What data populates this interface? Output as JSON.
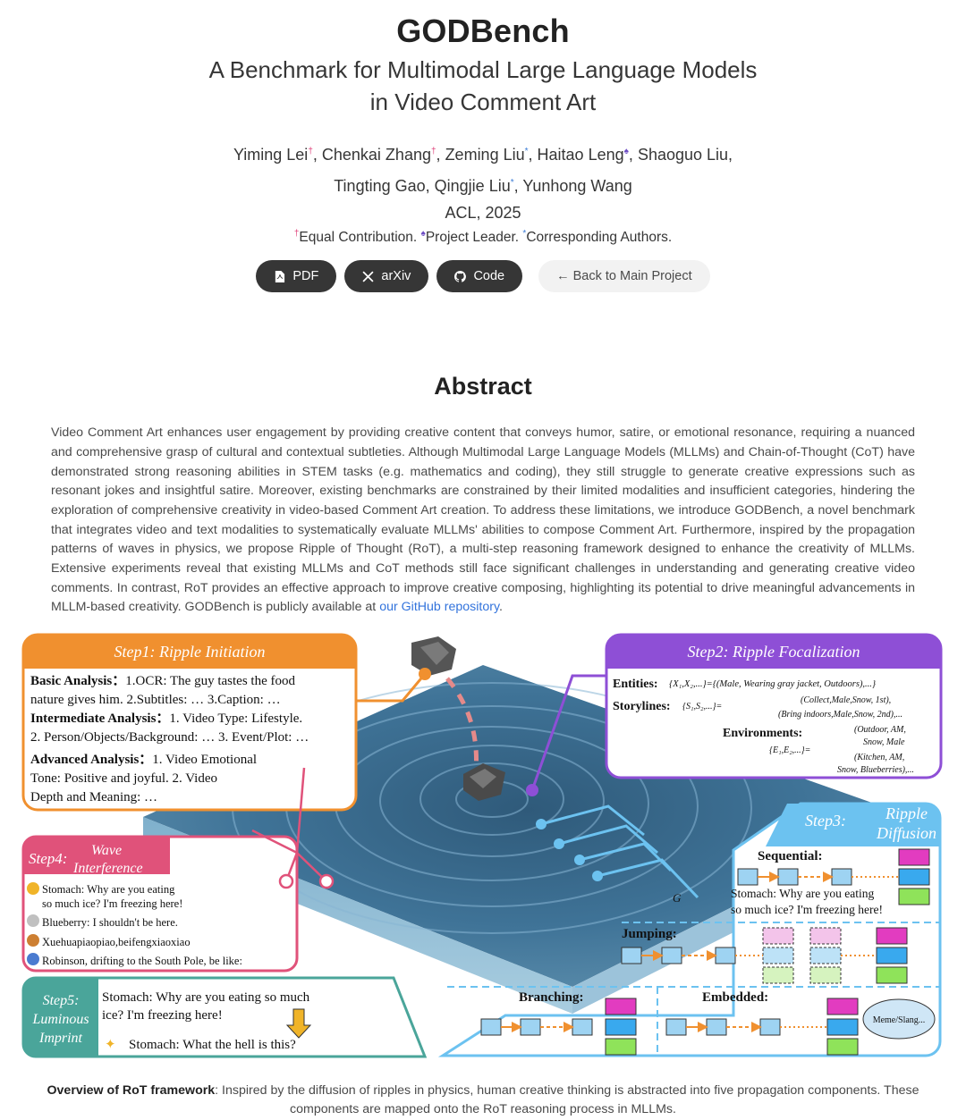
{
  "header": {
    "title": "GODBench",
    "subtitle_line1": "A Benchmark for Multimodal Large Language Models",
    "subtitle_line2": "in Video Comment Art",
    "authors": [
      {
        "name": "Yiming Lei",
        "mark": "†",
        "mark_type": "dag"
      },
      {
        "name": "Chenkai Zhang",
        "mark": "†",
        "mark_type": "dag"
      },
      {
        "name": "Zeming Liu",
        "mark": "*",
        "mark_type": "star"
      },
      {
        "name": "Haitao Leng",
        "mark": "♠",
        "mark_type": "spade"
      },
      {
        "name": "Shaoguo Liu",
        "mark": "",
        "mark_type": ""
      },
      {
        "name": "Tingting Gao",
        "mark": "",
        "mark_type": ""
      },
      {
        "name": "Qingjie Liu",
        "mark": "*",
        "mark_type": "star"
      },
      {
        "name": "Yunhong Wang",
        "mark": "",
        "mark_type": ""
      }
    ],
    "venue": "ACL, 2025",
    "notes": {
      "equal": "Equal Contribution.",
      "leader": "Project Leader.",
      "corresponding": "Corresponding Authors."
    }
  },
  "buttons": {
    "pdf": "PDF",
    "arxiv": "arXiv",
    "code": "Code",
    "back": "← Back to Main Project"
  },
  "abstract": {
    "title": "Abstract",
    "text": "Video Comment Art enhances user engagement by providing creative content that conveys humor, satire, or emotional resonance, requiring a nuanced and comprehensive grasp of cultural and contextual subtleties. Although Multimodal Large Language Models (MLLMs) and Chain-of-Thought (CoT) have demonstrated strong reasoning abilities in STEM tasks (e.g. mathematics and coding), they still struggle to generate creative expressions such as resonant jokes and insightful satire. Moreover, existing benchmarks are constrained by their limited modalities and insufficient categories, hindering the exploration of comprehensive creativity in video-based Comment Art creation. To address these limitations, we introduce GODBench, a novel benchmark that integrates video and text modalities to systematically evaluate MLLMs' abilities to compose Comment Art. Furthermore, inspired by the propagation patterns of waves in physics, we propose Ripple of Thought (RoT), a multi-step reasoning framework designed to enhance the creativity of MLLMs. Extensive experiments reveal that existing MLLMs and CoT methods still face significant challenges in understanding and generating creative video comments. In contrast, RoT provides an effective approach to improve creative composing, highlighting its potential to drive meaningful advancements in MLLM-based creativity. GODBench is publicly available at",
    "link_text": "our GitHub repository",
    "end": "."
  },
  "figure": {
    "step1": {
      "title": "Step1:  Ripple Initiation",
      "basic_label": "Basic Analysis：",
      "basic_1": "1.OCR: The guy tastes the food",
      "basic_2": "nature gives him. 2.Subtitles: … 3.Caption: …",
      "inter_label": "Intermediate Analysis：",
      "inter_1": "1. Video Type: Lifestyle.",
      "inter_2": "2. Person/Objects/Background: … 3. Event/Plot: …",
      "adv_label": "Advanced Analysis：",
      "adv_1": "1. Video Emotional",
      "adv_2": "Tone: Positive and joyful. 2. Video",
      "adv_3": "Depth and Meaning: …"
    },
    "step2": {
      "title": "Step2:  Ripple Focalization",
      "entities_label": "Entities:",
      "entities_val": "{X₁,X₂,...}={(Male, Wearing gray jacket, Outdoors),...}",
      "story_label": "Storylines:",
      "story_set": "{S₁,S₂,...}=",
      "story_1": "(Collect,Male,Snow, 1st),",
      "story_2": "(Bring indoors,Male,Snow, 2nd),...",
      "env_label": "Environments:",
      "env_set": "{E₁,E₂,...}=",
      "env_1": "(Outdoor, AM,",
      "env_2": "Snow, Male",
      "env_3": "(Kitchen, AM,",
      "env_4": "Snow, Blueberries),..."
    },
    "step3": {
      "title_1": "Step3:",
      "title_2": "Ripple",
      "title_3": "Diffusion",
      "sequential": "Sequential:",
      "jumping": "Jumping:",
      "branching": "Branching:",
      "embedded": "Embedded:",
      "g_label": "G",
      "g_out_1": "Stomach: Why are you eating",
      "g_out_2": "so much ice? I'm freezing here!",
      "meme": "Meme/Slang..."
    },
    "step4": {
      "title_1": "Step4:",
      "title_2": "Wave",
      "title_3": "Interference",
      "items": [
        "Stomach: Why are you eating so much ice? I'm freezing here!",
        "Blueberry: I shouldn't be here.",
        "Xuehuapiaopiao,beifengxiaoxiao",
        "Robinson, drifting to the South Pole, be like:"
      ],
      "item1_line1": "Stomach: Why are you eating",
      "item1_line2": "so much ice? I'm freezing here!"
    },
    "step5": {
      "title_1": "Step5:",
      "title_2": "Luminous",
      "title_3": "Imprint",
      "text_1": "Stomach: Why are you eating so much",
      "text_2": "ice? I'm freezing here!",
      "text_3": "Stomach: What the hell is this?"
    }
  },
  "caption": {
    "bold": "Overview of RoT framework",
    "text": ": Inspired by the diffusion of ripples in physics, human creative thinking is abstracted into five propagation components. These components are mapped onto the RoT reasoning process in MLLMs."
  },
  "colors": {
    "step1": "#f0902f",
    "step2": "#8e4fd6",
    "step3": "#6cc2f0",
    "step4": "#e0527a",
    "step5": "#4aa59a",
    "water": "#3c6f95"
  }
}
